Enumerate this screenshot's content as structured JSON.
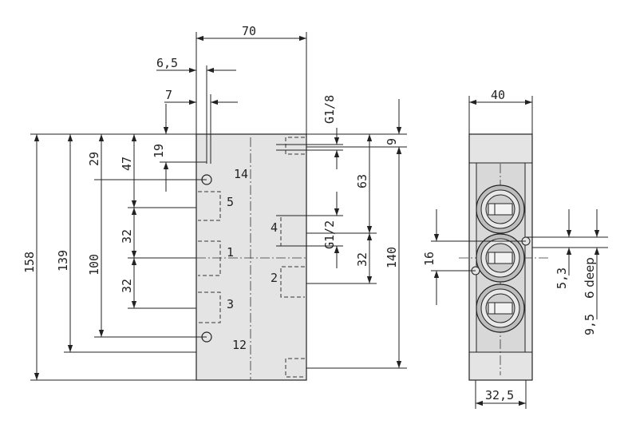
{
  "front_view": {
    "dims": {
      "width": "70",
      "hole_offset_a": "6,5",
      "hole_offset_b": "7",
      "thread_top": "G1/8",
      "thread_side": "G1/2",
      "top_9": "9",
      "d_29": "29",
      "d_19": "19",
      "d_47": "47",
      "d_32_upper": "32",
      "d_32_lower": "32",
      "d_158": "158",
      "d_139": "139",
      "d_100": "100",
      "d_63": "63",
      "d_32_right": "32",
      "d_140": "140"
    },
    "ports": {
      "p14": "14",
      "p5": "5",
      "p4": "4",
      "p1": "1",
      "p2": "2",
      "p3": "3",
      "p12": "12"
    }
  },
  "side_view": {
    "dims": {
      "width": "40",
      "d_16": "16",
      "d_53": "5,3",
      "d_95": "9,5",
      "deep_note": "6 deep",
      "bottom_width": "32,5"
    }
  }
}
